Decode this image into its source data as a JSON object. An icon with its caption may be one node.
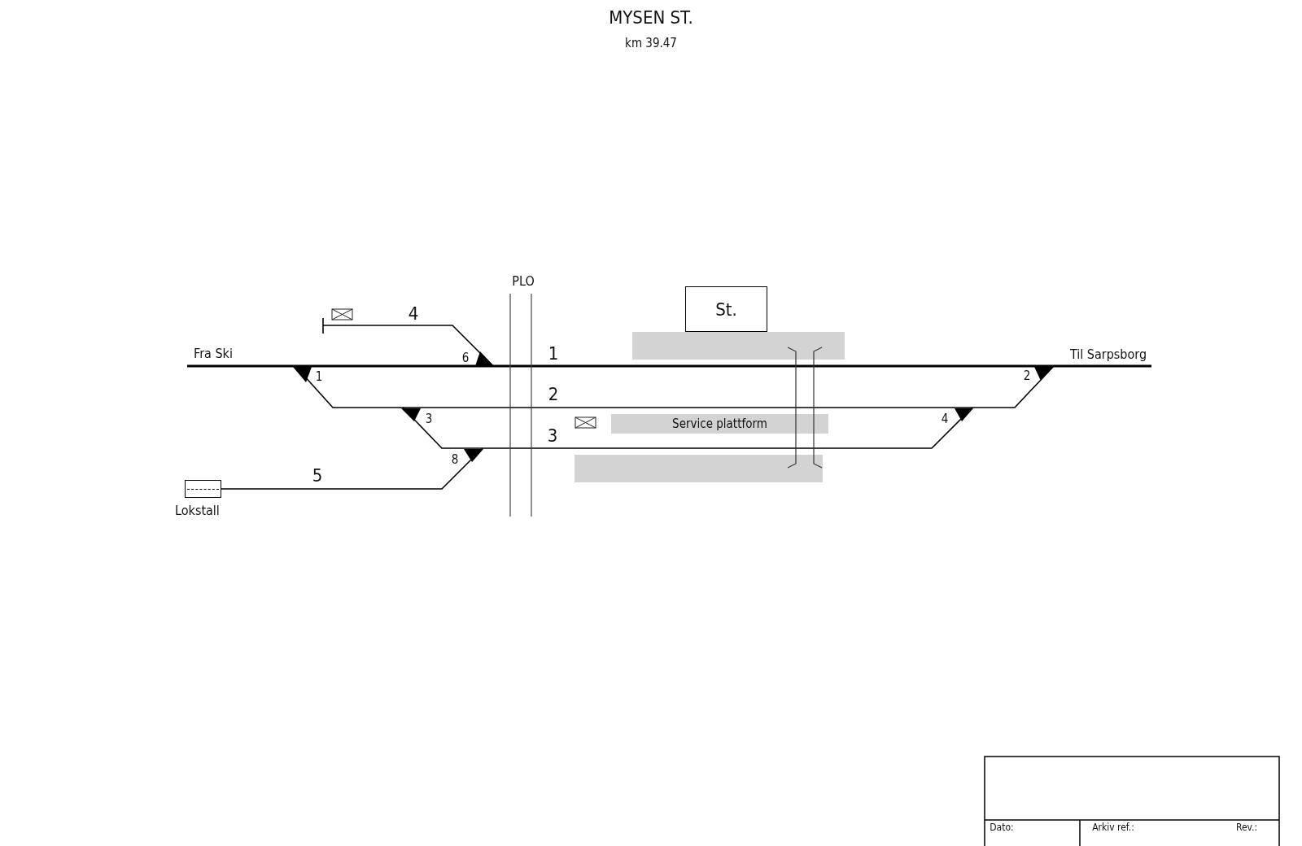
{
  "diagram": {
    "title": "MYSEN ST.",
    "nodes": [
      {
        "text": [
          "St."
        ]
      },
      {
        "text": [],
        "shape": "bar"
      },
      {
        "text": [
          "Service plattform"
        ]
      },
      {
        "text": [],
        "shape": "bar"
      },
      {
        "text": [
          "Lokstall"
        ]
      }
    ],
    "labels": [
      "km 39.47",
      "PLO",
      "4",
      "Fra Ski",
      "6",
      "1",
      "Til Sarpsborg",
      "1",
      "2",
      "2",
      "3",
      "3",
      "4",
      "8",
      "5",
      "Dato:",
      "Arkiv ref.:",
      "Rev.:"
    ]
  }
}
